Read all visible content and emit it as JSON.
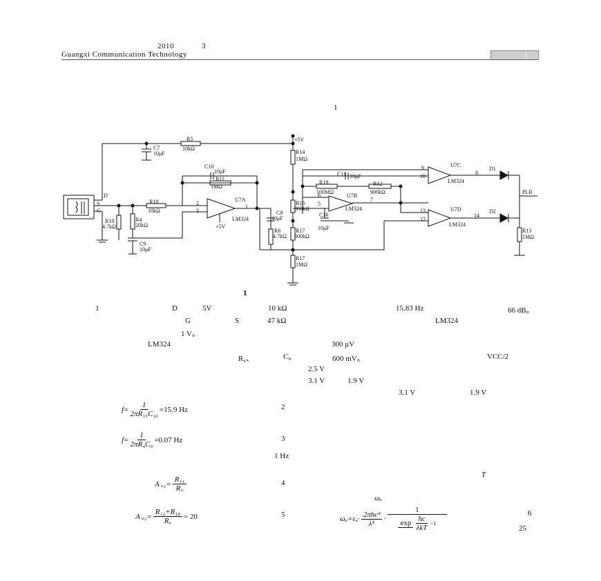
{
  "header": {
    "year": "2010",
    "issue": "3",
    "journal": "Guangxi Communication Technology"
  },
  "intro": {
    "fig_ref": "1"
  },
  "circuit": {
    "supply_top": "+5V",
    "parts": {
      "r5": "R5",
      "r5_val": "10kΩ",
      "c7": "C7",
      "c7_val": "10μF",
      "r14": "R14",
      "r14_val": "1MΩ",
      "c10": "C10",
      "c10_val": "10μF",
      "r11": "R11",
      "r11_val": "1MΩ",
      "c11": "C11",
      "c11_val": "10μF",
      "r18": "R18",
      "r18_val": "100MΩ",
      "r12": "R12",
      "r12_val": "900kΩ",
      "r10a": "R10",
      "r10a_val": "10kΩ",
      "r10b": "R10",
      "r10b_val": "4.7kΩ",
      "r4": "R4",
      "r4_val": "20kΩ",
      "c9": "C9",
      "c9_val": "10μF",
      "c8": "C8",
      "c8_val": "10μF",
      "r6": "R6",
      "r6_val": "4.7kΩ",
      "r16": "R16",
      "r16_val": "300kΩ",
      "r17a": "R17",
      "r17a_val": "300kΩ",
      "r17b": "R17",
      "r17b_val": "1MΩ",
      "c16": "C16",
      "c16_val": "10μF",
      "r13": "R13",
      "r13_val": "1MΩ",
      "u7a": "U7A",
      "u7a_chip": "LM324",
      "u7a_supply": "+5V",
      "u7b": "U7B",
      "u7b_chip": "LM324",
      "u7c": "U7C",
      "u7c_chip": "LM324",
      "u7d": "U7D",
      "u7d_chip": "LM324",
      "d1": "D1",
      "d2": "D2",
      "plr": "PLR",
      "pin_d": "D",
      "pin_s": "S",
      "pin_g": "G",
      "p2": "2",
      "p3": "3",
      "p1": "1",
      "p6": "6",
      "p5": "5",
      "p7": "7",
      "p9": "9",
      "p10": "10",
      "p8": "8",
      "p13": "13",
      "p12": "12",
      "p14": "14"
    },
    "caption": "1"
  },
  "body": {
    "l1_fig": "1",
    "l1_pin": "D",
    "l1_v": "5V",
    "l1_r": "10 kΩ",
    "l1_f": "15.83 Hz",
    "l1_db": "66 dB。",
    "l2_g": "G",
    "l2_s": "S",
    "l2_r": "47 kΩ",
    "l2_chip": "LM324",
    "l3_v": "1 V。",
    "l4_chip": "LM324",
    "l4_uv": "300 μV",
    "l5_r": "R₆、",
    "l5_c": "C₈",
    "l5_mv": "600 mV。",
    "l5_vcc": "VCC/2",
    "l6_v": "2.5 V",
    "l7_v1": "3.1 V",
    "l7_v2": "1.9 V",
    "l8_v1": "3.1 V",
    "l8_v2": "1.9 V",
    "l9_hz": "1 Hz",
    "l10_T": "T",
    "page": "25"
  },
  "equations": {
    "eq2": {
      "lhs": "f=",
      "num": "1",
      "den": "2πR₁₁C₁₀",
      "rhs": "=15.9   Hz",
      "no": "2"
    },
    "eq3": {
      "lhs": "f=",
      "num": "1",
      "den": "2πR₄C₉",
      "rhs": "=0.07   Hz",
      "no": "3"
    },
    "eq4": {
      "lhs": "A ᵤ₁=",
      "num": "R₁₁",
      "den": "R₅",
      "no": "4"
    },
    "eq5": {
      "lhs": "A ᵤ₂=",
      "num": "R₁₂+R₁₈",
      "den": "R₆",
      "rhs": "= 20",
      "no": "5"
    },
    "eq6": {
      "top": "ωₐ",
      "lhs": "ωₐ=εₐ·",
      "num1": "2πhc²",
      "den1": "λ⁵",
      "mid": "·",
      "num2": "1",
      "den2a": "exp",
      "den2b": "hc",
      "den2c": "λkT",
      "den2d": "−1",
      "no": "6"
    }
  }
}
